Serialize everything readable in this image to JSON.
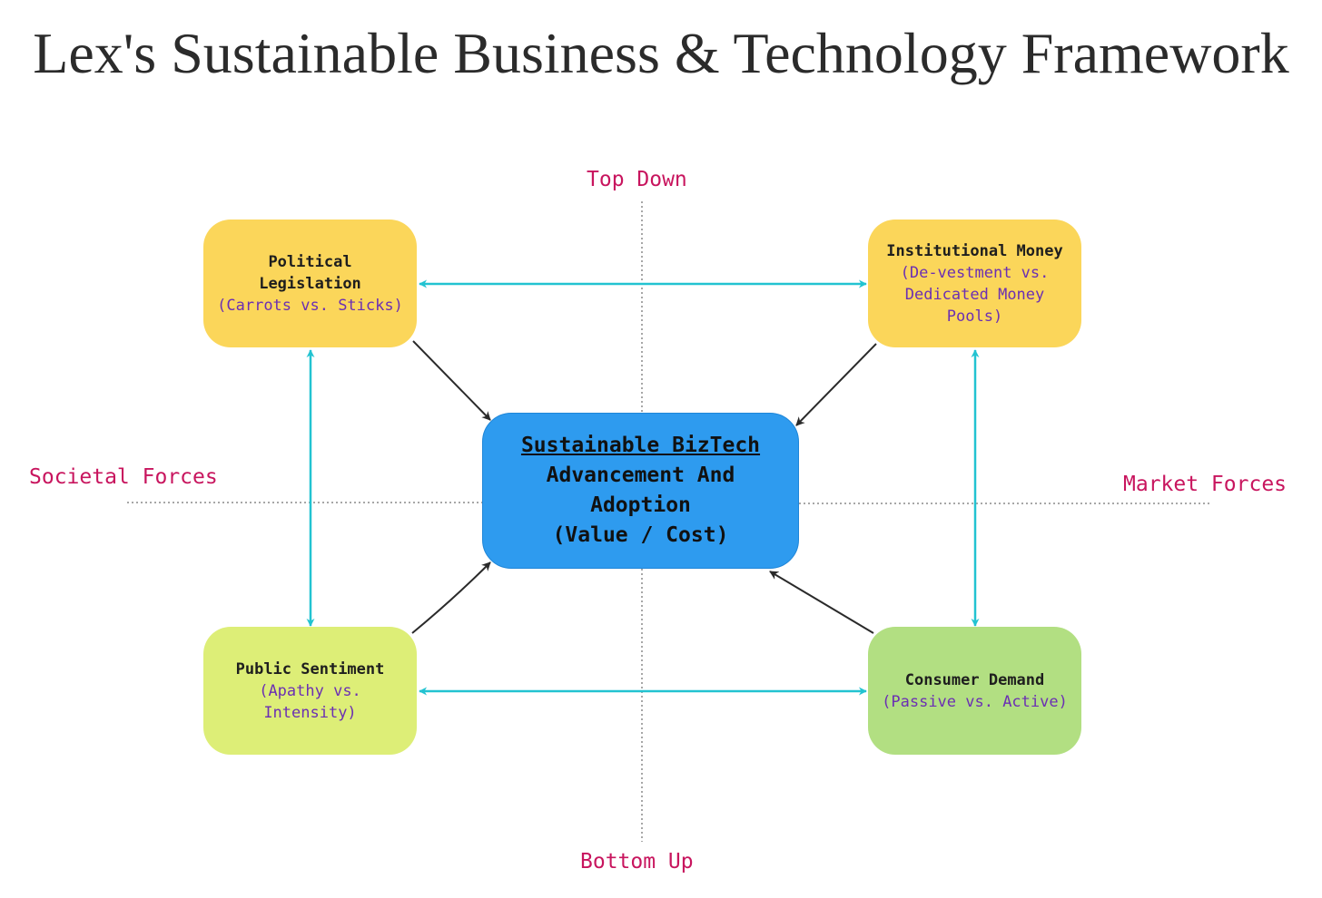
{
  "title": "Lex's Sustainable Business & Technology Framework",
  "axes": {
    "top": "Top Down",
    "bottom": "Bottom Up",
    "left": "Societal Forces",
    "right": "Market Forces"
  },
  "nodes": {
    "political": {
      "name_line1": "Political",
      "name_line2": "Legislation",
      "sub_line1": "(Carrots vs. Sticks)"
    },
    "institutional": {
      "name_line1": "Institutional Money",
      "sub_line1": "(De-vestment vs.",
      "sub_line2": "Dedicated Money",
      "sub_line3": "Pools)"
    },
    "public": {
      "name_line1": "Public Sentiment",
      "sub_line1": "(Apathy vs.",
      "sub_line2": "Intensity)"
    },
    "consumer": {
      "name_line1": "Consumer Demand",
      "sub_line1": "(Passive vs. Active)"
    },
    "center": {
      "heading": "Sustainable BizTech",
      "line2": "Advancement And",
      "line3": "Adoption",
      "line4": "(Value / Cost)"
    }
  },
  "colors": {
    "connector_cyan": "#22c3d1",
    "arrow_dark": "#2a2a2a",
    "axis_label": "#c8155e",
    "center_fill": "#2e9bef",
    "top_boxes": "#fbd65a",
    "public_box": "#ddee77",
    "consumer_box": "#b2df82"
  }
}
